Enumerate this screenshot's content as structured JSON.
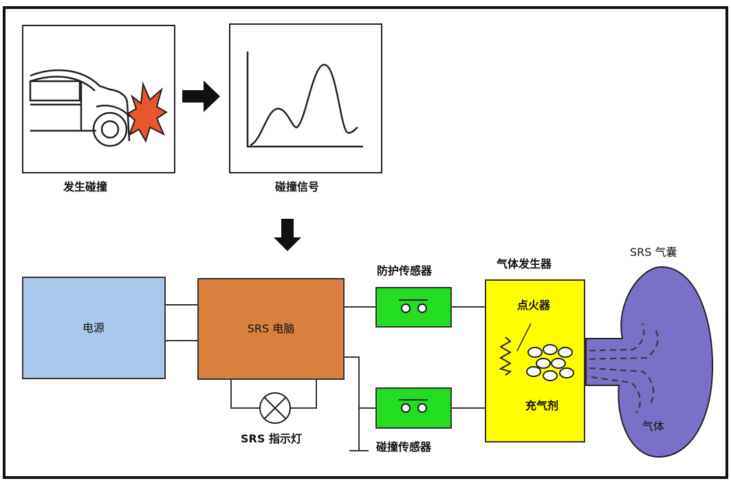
{
  "labels": {
    "collision": "发生碰撞",
    "collision_signal": "碰撞信号",
    "power": "电源",
    "srs_ecu": "SRS 电脑",
    "srs_lamp": "SRS 指示灯",
    "safing_sensor": "防护传感器",
    "crash_sensor": "碰撞传感器",
    "gas_generator": "气体发生器",
    "igniter": "点火器",
    "propellant": "充气剂",
    "airbag": "SRS 气囊",
    "gas": "气体"
  },
  "colors": {
    "power_fill": "#a9c8ec",
    "ecu_fill": "#d9803f",
    "sensor_fill": "#22dd22",
    "generator_fill": "#ffff00",
    "airbag_fill": "#7b70c8",
    "burst_fill": "#e8552f",
    "frame": "#111111"
  },
  "icons": [
    "car-icon",
    "impact-burst-icon",
    "arrow-right-icon",
    "arrow-down-icon",
    "lamp-icon",
    "contact-switch-icon",
    "igniter-coil-icon",
    "propellant-pellets-icon"
  ]
}
